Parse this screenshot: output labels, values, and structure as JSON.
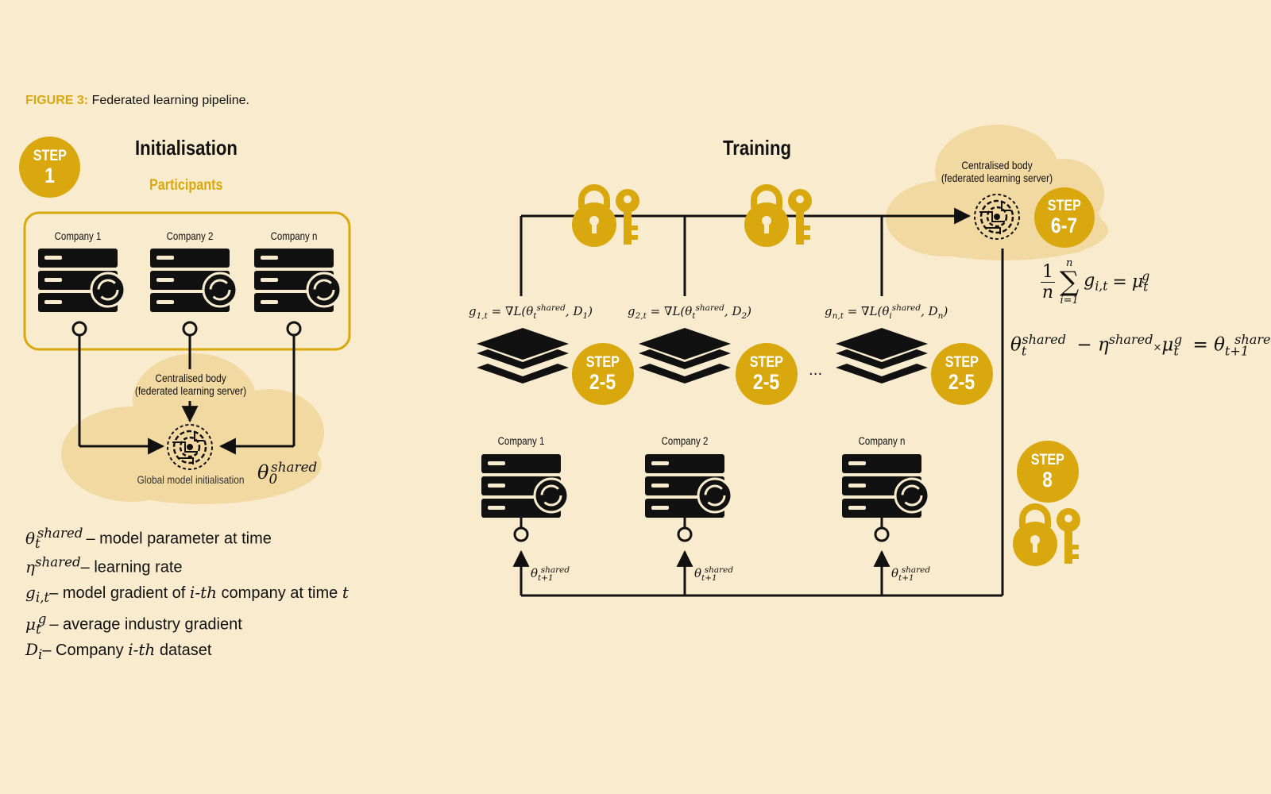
{
  "figure": {
    "label": "FIGURE 3:",
    "caption": "Federated learning pipeline."
  },
  "initialisation": {
    "title": "Initialisation",
    "participants_label": "Participants",
    "step": {
      "word": "STEP",
      "number": "1"
    },
    "companies": [
      "Company 1",
      "Company 2",
      "Company n"
    ],
    "cloud_title": "Centralised body",
    "cloud_subtitle": "(federated learning server)",
    "global_model_label": "Global model initialisation",
    "theta_symbol": "θ",
    "theta_sub": "0",
    "theta_sup": "shared"
  },
  "training": {
    "title": "Training",
    "cloud_title": "Centralised body",
    "cloud_subtitle": "(federated learning server)",
    "server_step": {
      "word": "STEP",
      "number": "6-7"
    },
    "gradients": [
      {
        "g": "g",
        "g_sub": "1,t",
        "rhs": "= ∇L(θ",
        "theta_sub": "t",
        "theta_sup": "shared",
        "d": ", D",
        "d_sub": "1",
        "close": ")"
      },
      {
        "g": "g",
        "g_sub": "2,t",
        "rhs": "= ∇L(θ",
        "theta_sub": "t",
        "theta_sup": "shared",
        "d": ", D",
        "d_sub": "2",
        "close": ")"
      },
      {
        "g": "g",
        "g_sub": "n,t",
        "rhs": "= ∇L(θ",
        "theta_sub": "i",
        "theta_sup": "shared",
        "d": ", D",
        "d_sub": "n",
        "close": ")"
      }
    ],
    "layer_steps": [
      {
        "word": "STEP",
        "number": "2-5"
      },
      {
        "word": "STEP",
        "number": "2-5"
      },
      {
        "word": "STEP",
        "number": "2-5"
      }
    ],
    "ellipsis": "...",
    "companies": [
      "Company 1",
      "Company 2",
      "Company n"
    ],
    "update_label": {
      "theta": "θ",
      "sub": "t+1",
      "sup": "shared"
    },
    "return_step": {
      "word": "STEP",
      "number": "8"
    },
    "formula_avg": {
      "num": "1",
      "den": "n",
      "sum_top": "n",
      "sum_bottom": "i=1",
      "sigma": "∑",
      "g": "g",
      "g_sub": "i,t",
      "eq": "=",
      "mu": "μ",
      "mu_sub": "t",
      "mu_sup": "g"
    },
    "formula_update": {
      "theta": "θ",
      "theta_sub": "t",
      "theta_sup": "shared",
      "minus": "−",
      "eta": "η",
      "eta_sup": "shared",
      "times": "×",
      "mu": "μ",
      "mu_sub": "t",
      "mu_sup": "g",
      "eq": "=",
      "theta2": "θ",
      "theta2_sub": "t+1",
      "theta2_sup": "shared"
    }
  },
  "legend": [
    {
      "sym": "θ",
      "sub": "t",
      "sup": "shared",
      "text": "– model parameter at time"
    },
    {
      "sym": "η",
      "sub": "",
      "sup": "shared",
      "text": "– learning rate"
    },
    {
      "sym": "g",
      "sub": "i,t",
      "sup": "",
      "text": "– model gradient of ",
      "em": "i-th",
      "text2": " company at time ",
      "em2": "t"
    },
    {
      "sym": "μ",
      "sub": "t",
      "sup": "g",
      "text": "– average industry gradient"
    },
    {
      "sym": "D",
      "sub": "i",
      "sup": "",
      "text": "– Company ",
      "em": "i-th",
      "text2": " dataset"
    }
  ],
  "colors": {
    "background": "#f9ebcd",
    "accent": "#d9a80f",
    "cloud": "#f2d9a2",
    "ink": "#111111"
  }
}
